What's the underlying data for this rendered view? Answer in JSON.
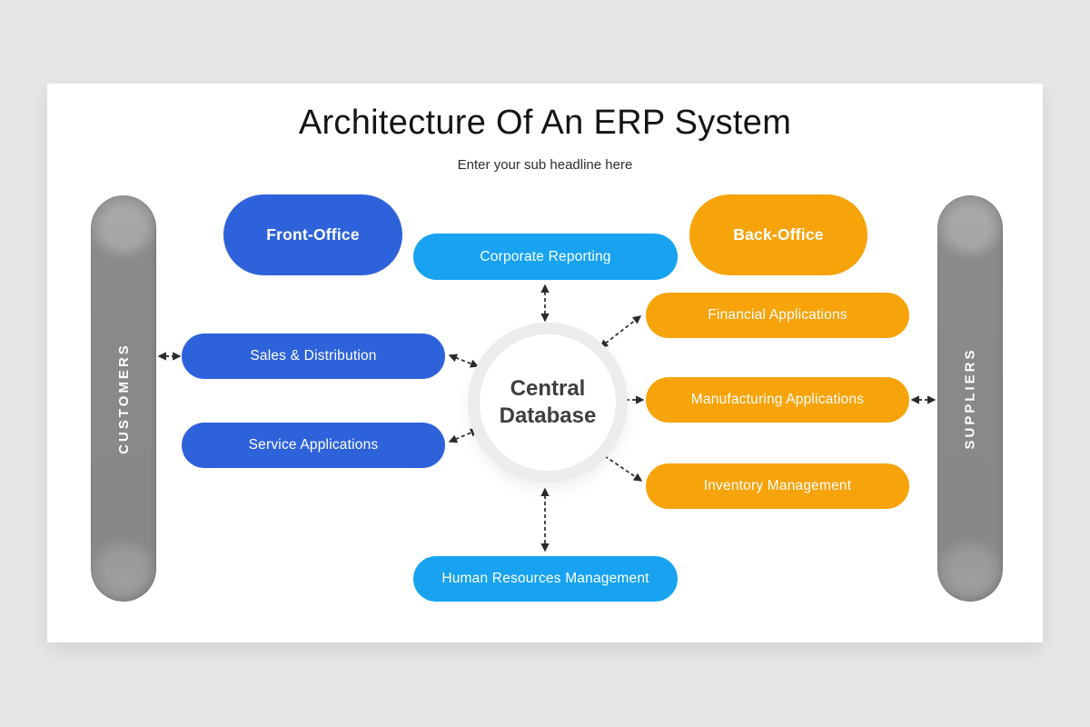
{
  "slide": {
    "title": "Architecture Of An ERP System",
    "subtitle": "Enter your sub headline here"
  },
  "sides": {
    "customers": "CUSTOMERS",
    "suppliers": "SUPPLIERS"
  },
  "center_database": {
    "label": "Central Database"
  },
  "pills": {
    "front_office": "Front-Office",
    "back_office": "Back-Office",
    "corporate_reporting": "Corporate Reporting",
    "financial_applications": "Financial Applications",
    "sales_distribution": "Sales & Distribution",
    "manufacturing_applications": "Manufacturing Applications",
    "service_applications": "Service Applications",
    "inventory_management": "Inventory Management",
    "human_resources": "Human Resources Management"
  },
  "colors": {
    "blue": "#2E62DA",
    "light_blue": "#17A3F0",
    "orange": "#F7A30A",
    "gray_bar": "#8A8A8A",
    "arrow": "#2B2B2B"
  }
}
